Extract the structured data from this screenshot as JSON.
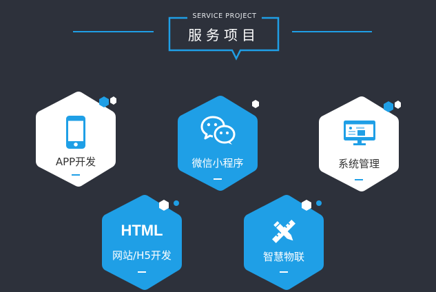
{
  "header": {
    "subtitle": "SERVICE PROJECT",
    "title": "服务项目"
  },
  "colors": {
    "background": "#2d313b",
    "accent": "#1f9fe6",
    "tile_white": "#ffffff",
    "tile_blue": "#1f9fe6"
  },
  "services": [
    {
      "label": "APP开发",
      "icon": "smartphone-icon",
      "style": "white"
    },
    {
      "label": "微信小程序",
      "icon": "wechat-icon",
      "style": "blue"
    },
    {
      "label": "系统管理",
      "icon": "monitor-icon",
      "style": "white"
    },
    {
      "title": "HTML",
      "label": "网站/H5开发",
      "icon": "html-text",
      "style": "blue"
    },
    {
      "label": "智慧物联",
      "icon": "pencil-ruler-icon",
      "style": "blue"
    }
  ]
}
